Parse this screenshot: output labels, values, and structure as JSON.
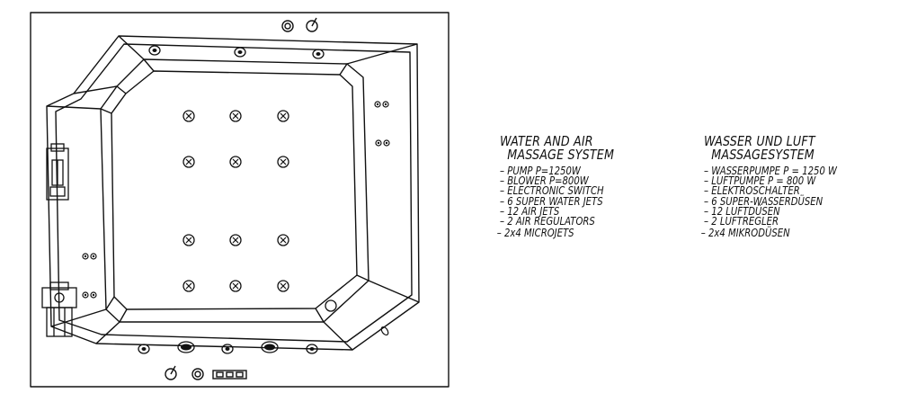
{
  "spec_en": {
    "title_line1": "WATER AND AIR",
    "title_line2": "MASSAGE SYSTEM",
    "items": [
      "PUMP P=1250W",
      "BLOWER P=800W",
      "ELECTRONIC SWITCH",
      "6 SUPER WATER JETS",
      "12 AIR JETS",
      "2 AIR REGULATORS"
    ],
    "extra": "2x4 MICROJETS"
  },
  "spec_de": {
    "title_line1": "WASSER UND LUFT",
    "title_line2": "MASSAGESYSTEM",
    "items": [
      "WASSERPUMPE P = 1250 W",
      "LUFTPUMPE P = 800 W",
      "ELEKTROSCHALTER",
      "6 SUPER-WASSERDÜSEN",
      "12 LUFTDÜSEN",
      "2 LUFTREGLER"
    ],
    "extra": "2x4 MIKRODÜSEN"
  },
  "colors": {
    "line": "#111111",
    "background": "#ffffff"
  }
}
